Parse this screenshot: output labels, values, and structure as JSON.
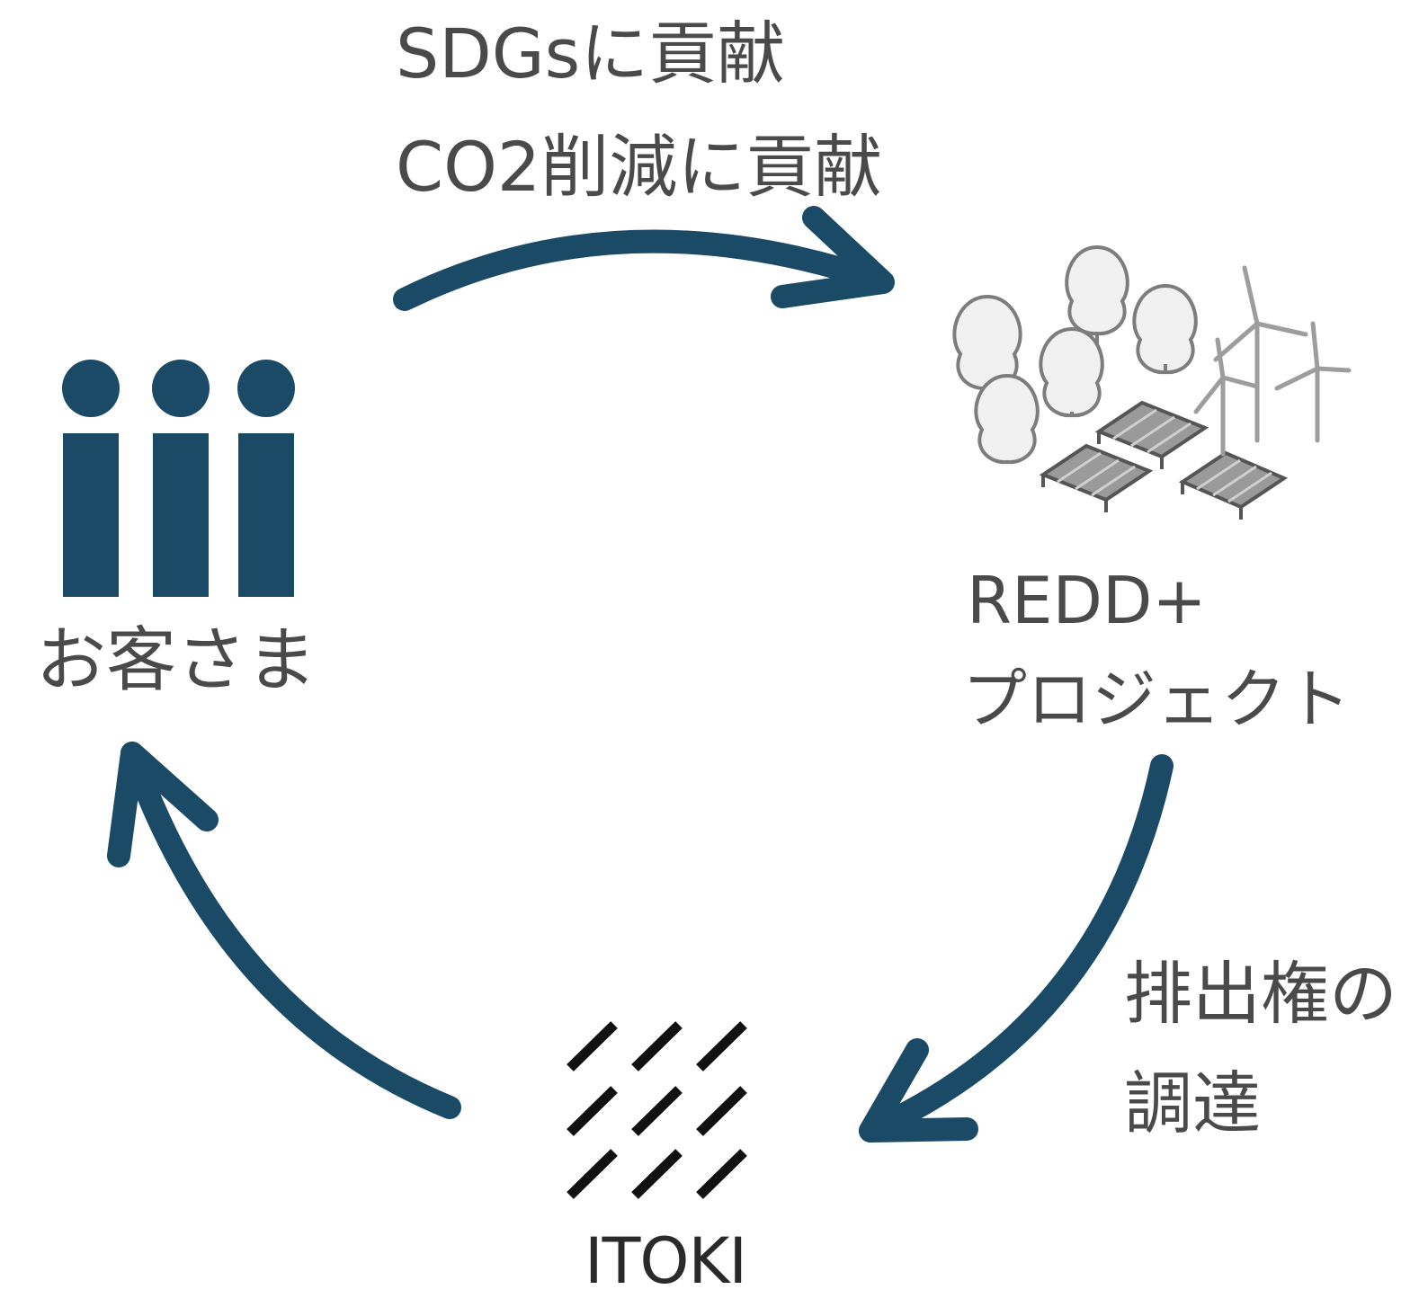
{
  "colors": {
    "arrow": "#1b4a66",
    "customer_icon": "#1b4a66",
    "text": "#4a4a4a",
    "itoki_logo": "#111111",
    "illustration": "#8a8a8a"
  },
  "nodes": {
    "customer": {
      "label": "お客さま",
      "icon": "people-icon"
    },
    "project": {
      "label_line1": "REDD+",
      "label_line2": "プロジェクト",
      "icon": "forest-solar-wind-illustration"
    },
    "itoki": {
      "label": "ITOKI",
      "icon": "itoki-logo"
    }
  },
  "arrows": {
    "customer_to_project": {
      "label_line1": "SDGsに貢献",
      "label_line2_prefix": "CO",
      "label_line2_sub": "2",
      "label_line2_suffix": "削減に貢献"
    },
    "project_to_itoki": {
      "label_line1": "排出権の",
      "label_line2": "調達"
    },
    "itoki_to_customer": {}
  }
}
